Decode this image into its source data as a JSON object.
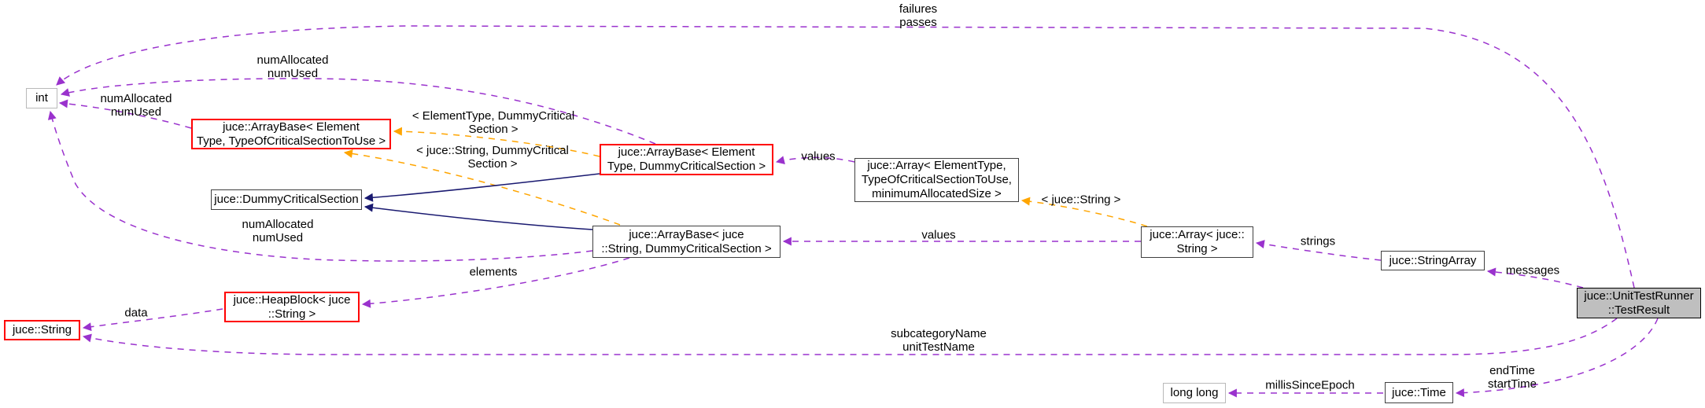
{
  "diagram_type": "doxygen-collaboration-graph",
  "colors": {
    "background": "#ffffff",
    "usage_edge": "#9a32cd",
    "template_edge": "#ffa500",
    "inheritance_edge": "#191970",
    "node_border": "#404040",
    "truncated_node_border": "#ff0000",
    "plain_type_border": "#b9b9b9",
    "current_node_fill": "#bfbfbf"
  },
  "nodes": {
    "int": {
      "label": "int"
    },
    "arraybase_tocsu": {
      "label": "juce::ArrayBase< Element\nType, TypeOfCriticalSectionToUse >"
    },
    "arraybase_dummy": {
      "label": "juce::ArrayBase< Element\nType, DummyCriticalSection >"
    },
    "dummy_cs": {
      "label": "juce::DummyCriticalSection"
    },
    "arraybase_string": {
      "label": "juce::ArrayBase< juce\n::String, DummyCriticalSection >"
    },
    "array_generic": {
      "label": "juce::Array< ElementType,\nTypeOfCriticalSectionToUse,\nminimumAllocatedSize >"
    },
    "array_string": {
      "label": "juce::Array< juce::\nString >"
    },
    "string_array": {
      "label": "juce::StringArray"
    },
    "test_result": {
      "label": "juce::UnitTestRunner\n::TestResult"
    },
    "heap_block": {
      "label": "juce::HeapBlock< juce\n::String >"
    },
    "string": {
      "label": "juce::String"
    },
    "long_long": {
      "label": "long long"
    },
    "time": {
      "label": "juce::Time"
    }
  },
  "edge_labels": {
    "failures_passes": "failures\npasses",
    "num_allocated_upper": "numAllocated\nnumUsed",
    "num_allocated_left": "numAllocated\nnumUsed",
    "num_allocated_middle": "numAllocated\nnumUsed",
    "tmpl_elementtype_dummy": "< ElementType, DummyCritical\nSection >",
    "tmpl_string_dummy": "< juce::String, DummyCritical\nSection >",
    "values_to_arraybase_dummy": "values",
    "tmpl_string": "< juce::String >",
    "values_to_arraybase_string": "values",
    "strings": "strings",
    "messages": "messages",
    "elements": "elements",
    "data": "data",
    "subcategory_unittest": "subcategoryName\nunitTestName",
    "endtime_starttime": "endTime\nstartTime",
    "millis_since_epoch": "millisSinceEpoch"
  },
  "edges": [
    {
      "from": "juce::UnitTestRunner::TestResult",
      "to": "int",
      "label": "failures passes",
      "type": "usage"
    },
    {
      "from": "juce::ArrayBase< ElementType, TypeOfCriticalSectionToUse >",
      "to": "int",
      "label": "numAllocated numUsed",
      "type": "usage"
    },
    {
      "from": "juce::ArrayBase< ElementType, DummyCriticalSection >",
      "to": "int",
      "label": "numAllocated numUsed",
      "type": "usage"
    },
    {
      "from": "juce::ArrayBase< juce::String, DummyCriticalSection >",
      "to": "int",
      "label": "numAllocated numUsed",
      "type": "usage"
    },
    {
      "from": "juce::ArrayBase< ElementType, DummyCriticalSection >",
      "to": "juce::ArrayBase< ElementType, TypeOfCriticalSectionToUse >",
      "label": "< ElementType, DummyCriticalSection >",
      "type": "template-instance"
    },
    {
      "from": "juce::ArrayBase< juce::String, DummyCriticalSection >",
      "to": "juce::ArrayBase< ElementType, TypeOfCriticalSectionToUse >",
      "label": "< juce::String, DummyCriticalSection >",
      "type": "template-instance"
    },
    {
      "from": "juce::Array< ElementType, TypeOfCriticalSectionToUse, minimumAllocatedSize >",
      "to": "juce::ArrayBase< ElementType, DummyCriticalSection >",
      "label": "values",
      "type": "usage"
    },
    {
      "from": "juce::Array< juce::String >",
      "to": "juce::Array< ElementType, TypeOfCriticalSectionToUse, minimumAllocatedSize >",
      "label": "< juce::String >",
      "type": "template-instance"
    },
    {
      "from": "juce::Array< juce::String >",
      "to": "juce::ArrayBase< juce::String, DummyCriticalSection >",
      "label": "values",
      "type": "usage"
    },
    {
      "from": "juce::StringArray",
      "to": "juce::Array< juce::String >",
      "label": "strings",
      "type": "usage"
    },
    {
      "from": "juce::UnitTestRunner::TestResult",
      "to": "juce::StringArray",
      "label": "messages",
      "type": "usage"
    },
    {
      "from": "juce::ArrayBase< ElementType, DummyCriticalSection >",
      "to": "juce::DummyCriticalSection",
      "label": "",
      "type": "inheritance"
    },
    {
      "from": "juce::ArrayBase< juce::String, DummyCriticalSection >",
      "to": "juce::DummyCriticalSection",
      "label": "",
      "type": "inheritance"
    },
    {
      "from": "juce::ArrayBase< juce::String, DummyCriticalSection >",
      "to": "juce::HeapBlock< juce::String >",
      "label": "elements",
      "type": "usage"
    },
    {
      "from": "juce::HeapBlock< juce::String >",
      "to": "juce::String",
      "label": "data",
      "type": "usage"
    },
    {
      "from": "juce::UnitTestRunner::TestResult",
      "to": "juce::String",
      "label": "subcategoryName unitTestName",
      "type": "usage"
    },
    {
      "from": "juce::UnitTestRunner::TestResult",
      "to": "juce::Time",
      "label": "endTime startTime",
      "type": "usage"
    },
    {
      "from": "juce::Time",
      "to": "long long",
      "label": "millisSinceEpoch",
      "type": "usage"
    }
  ]
}
